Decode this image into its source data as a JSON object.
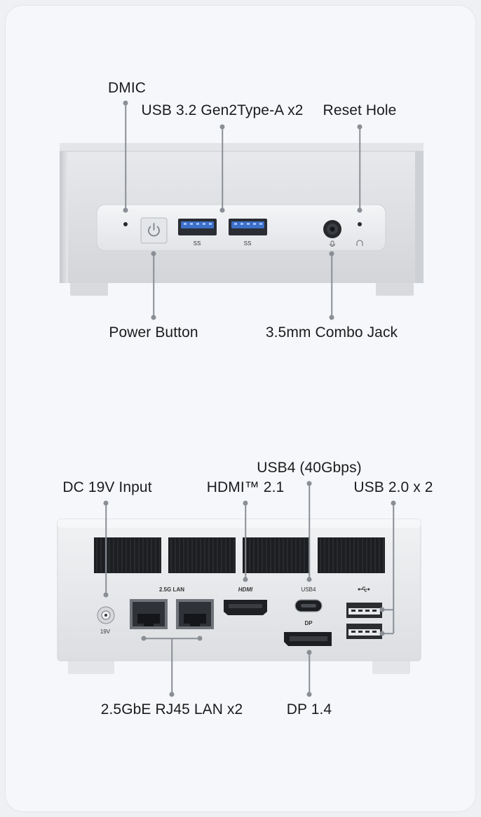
{
  "front": {
    "labels": {
      "dmic": "DMIC",
      "usb_a": "USB 3.2 Gen2Type-A x2",
      "reset": "Reset Hole",
      "power": "Power Button",
      "combo": "3.5mm Combo Jack"
    },
    "port_marks": {
      "ss": "SS"
    }
  },
  "rear": {
    "labels": {
      "usb4": "USB4 (40Gbps)",
      "dc": "DC 19V Input",
      "hdmi": "HDMI™ 2.1",
      "usb2": "USB 2.0 x 2",
      "lan": "2.5GbE RJ45 LAN x2",
      "dp": "DP 1.4"
    },
    "silkscreen": {
      "lan": "2.5G LAN",
      "hdmi": "HDMI",
      "usb4": "USB4",
      "dp": "DP",
      "dc": "19V"
    }
  },
  "colors": {
    "chassis": "#dcdee2",
    "leader": "#8a8f96",
    "text": "#1b1b1d"
  }
}
